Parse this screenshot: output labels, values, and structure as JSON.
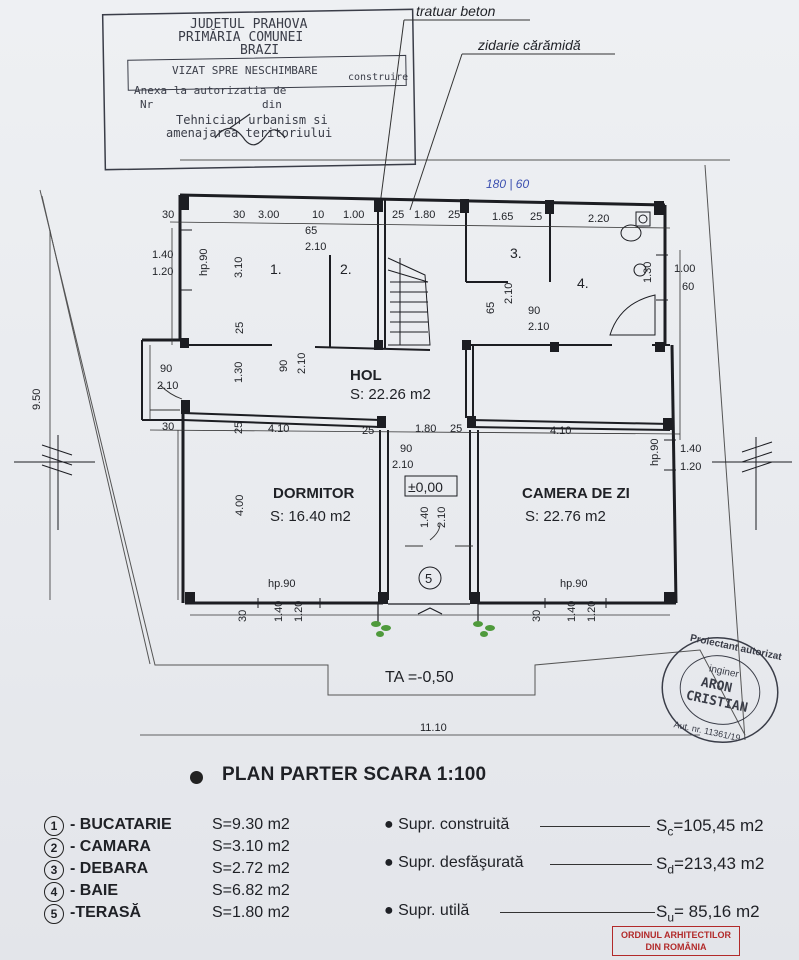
{
  "stamp": {
    "line1": "JUDETUL PRAHOVA",
    "line2": "PRIMĂRIA COMUNEI",
    "line3": "BRAZI",
    "line4": "VIZAT SPRE NESCHIMBARE",
    "line5a": "construire",
    "line5": "Anexa la autorizatia de",
    "line6a": "Nr",
    "line6b": "din",
    "line7": "Tehnician urbanism si",
    "line8": "amenajarea teritoriului"
  },
  "annotations": {
    "tratuar": "tratuar beton",
    "zidarie": "zidarie cărămidă",
    "handwritten": "180 | 60"
  },
  "rooms": {
    "hol_name": "HOL",
    "hol_area": "S: 22.26 m2",
    "dormitor_name": "DORMITOR",
    "dormitor_area": "S: 16.40 m2",
    "camera_name": "CAMERA DE ZI",
    "camera_area": "S: 22.76 m2",
    "n1": "1.",
    "n2": "2.",
    "n3": "3.",
    "n4": "4.",
    "n5": "5",
    "level": "±0,00",
    "ta": "TA =-0,50"
  },
  "dims": {
    "d30a": "30",
    "d30b": "30",
    "d300": "3.00",
    "d10": "10",
    "d100": "1.00",
    "d25a": "25",
    "d180a": "1.80",
    "d25b": "25",
    "d165": "1.65",
    "d25c": "25",
    "d220": "2.20",
    "d65a": "65",
    "d210a": "2.10",
    "d140a": "1.40",
    "d120a": "1.20",
    "hp90a": "hp.90",
    "d310": "3.10",
    "d100b": "1.00",
    "d60": "60",
    "d130v": "1.30",
    "d65b": "65",
    "d210b": "2.10",
    "d90a": "90",
    "d210c": "2.10",
    "d25d": "25",
    "d90b": "90",
    "d210d": "2.10",
    "d130": "1.30",
    "d90c": "90",
    "d210e": "2.10",
    "d950": "9.50",
    "d30c": "30",
    "d25e": "25",
    "d410a": "4.10",
    "d25f": "25",
    "d180b": "1.80",
    "d25g": "25",
    "d410b": "4.10",
    "d90d": "90",
    "d210f": "2.10",
    "hp90b": "hp.90",
    "d140b": "1.40",
    "d120b": "1.20",
    "d400": "4.00",
    "d140c": "1.40",
    "d210g": "2.10",
    "hp90c": "hp.90",
    "hp90d": "hp.90",
    "d30d": "30",
    "d140d": "1.40",
    "d120c": "1.20",
    "d30e": "30",
    "d140e": "1.40",
    "d120d": "1.20",
    "d1110": "11.10"
  },
  "title": "PLAN PARTER SCARA 1:100",
  "legend": [
    {
      "num": "1",
      "name": "- BUCATARIE",
      "area": "S=9.30 m2"
    },
    {
      "num": "2",
      "name": "- CAMARA",
      "area": "S=3.10 m2"
    },
    {
      "num": "3",
      "name": "- DEBARA",
      "area": "S=2.72 m2"
    },
    {
      "num": "4",
      "name": "- BAIE",
      "area": "S=6.82 m2"
    },
    {
      "num": "5",
      "name": "-TERASĂ",
      "area": "S=1.80 m2"
    }
  ],
  "summary": [
    {
      "label": "Supr. construită",
      "sym": "S",
      "sub": "c",
      "value": "=105,45 m2"
    },
    {
      "label": "Supr. desfăşurată",
      "sym": "S",
      "sub": "d",
      "value": "=213,43 m2"
    },
    {
      "label": "Supr. utilă",
      "sym": "S",
      "sub": "u",
      "value": "= 85,16 m2"
    }
  ],
  "round_stamp": {
    "top": "Proiectant autorizat",
    "l1": "inginer",
    "l2": "ARON",
    "l3": "CRISTIAN",
    "bottom": "Aut. nr. 11361/19"
  },
  "red_stamp": {
    "l1": "ORDINUL ARHITECTILOR",
    "l2": "DIN ROMÂNIA"
  },
  "colors": {
    "ink": "#1f2126",
    "stamp": "#3a3d48",
    "red": "#b22a2a",
    "hand": "#3b4fb0",
    "plant": "#4f9a3c"
  }
}
